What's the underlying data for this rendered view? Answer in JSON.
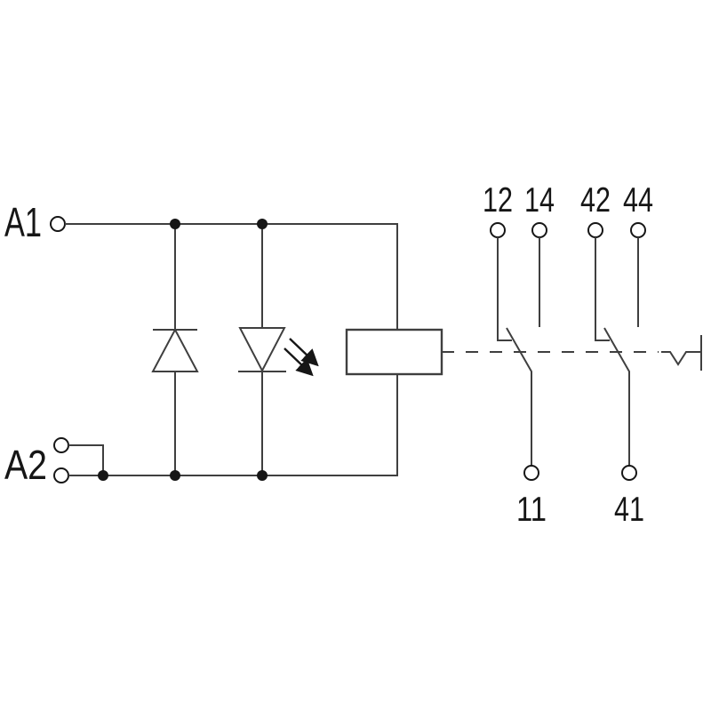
{
  "diagram": {
    "title": "Relay module circuit diagram",
    "labels": {
      "a1": "A1",
      "a2": "A2",
      "t12": "12",
      "t14": "14",
      "t42": "42",
      "t44": "44",
      "t11": "11",
      "t41": "41"
    },
    "symbols": {
      "freewheel_diode": "diode-symbol",
      "led": "led-symbol",
      "coil": "relay-coil-symbol",
      "mechanical_link": "dashed-mechanical-link",
      "contact_1": "changeover-contact-12-14-11",
      "contact_2": "changeover-contact-42-44-41",
      "actuator": "mechanical-actuator-symbol"
    },
    "colors": {
      "background": "#ffffff",
      "line": "#3f3f3f",
      "ink": "#161616"
    }
  }
}
